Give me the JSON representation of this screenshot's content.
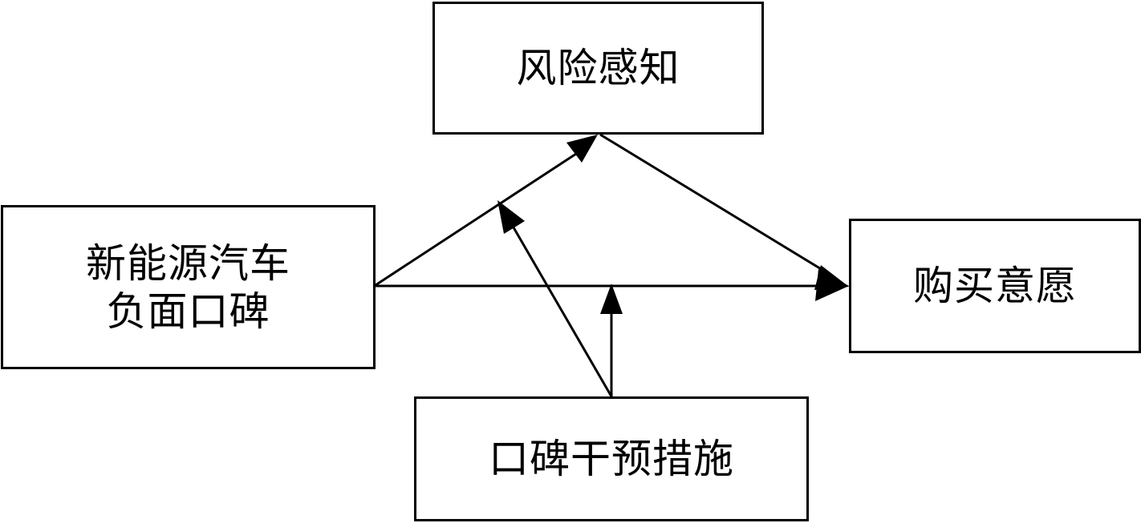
{
  "nodes": {
    "risk_perception": "风险感知",
    "negative_wom": "新能源汽车\n负面口碑",
    "purchase_intention": "购买意愿",
    "wom_intervention": "口碑干预措施"
  }
}
